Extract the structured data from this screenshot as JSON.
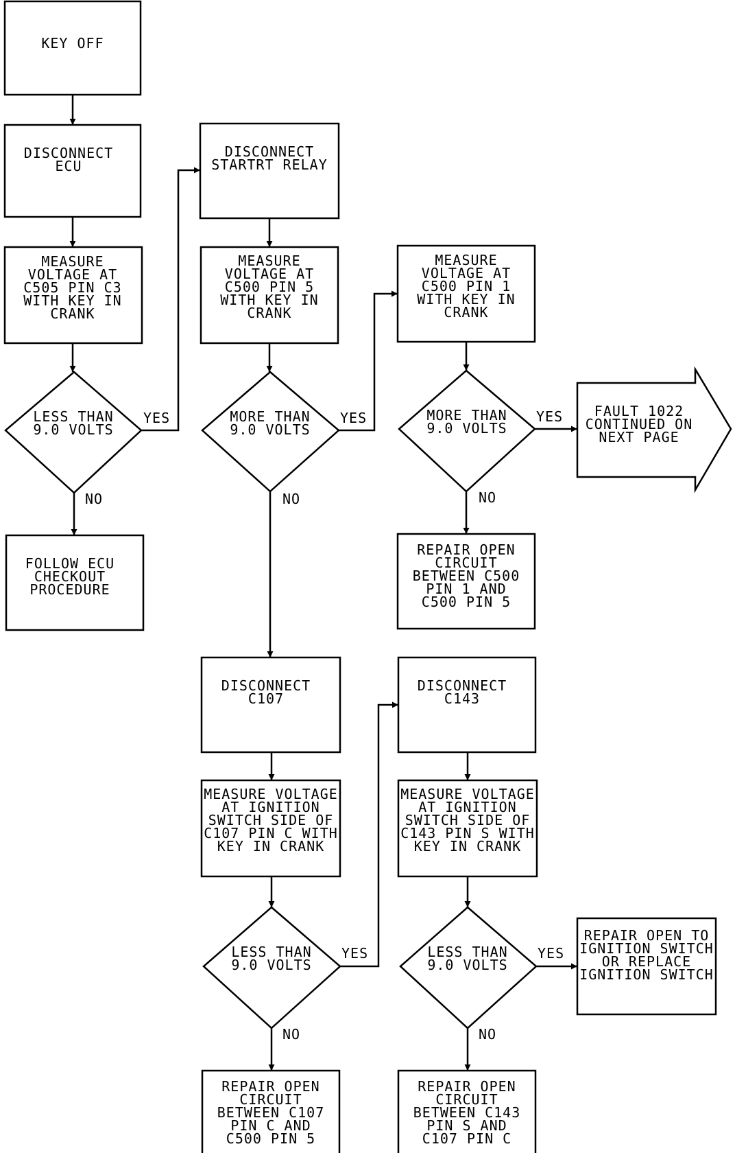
{
  "nodes": {
    "key_off": [
      "KEY OFF"
    ],
    "disconnect_ecu": [
      "DISCONNECT",
      "ECU"
    ],
    "measure_c505": [
      "MEASURE",
      "VOLTAGE AT",
      "C505 PIN C3",
      "WITH KEY IN",
      "CRANK"
    ],
    "decision_less_1": [
      "LESS THAN",
      "9.0 VOLTS"
    ],
    "follow_ecu": [
      "FOLLOW ECU",
      "CHECKOUT",
      "PROCEDURE"
    ],
    "disconnect_relay": [
      "DISCONNECT",
      "STARTRT RELAY"
    ],
    "measure_c500_5": [
      "MEASURE",
      "VOLTAGE AT",
      "C500 PIN 5",
      "WITH KEY IN",
      "CRANK"
    ],
    "decision_more_1": [
      "MORE THAN",
      "9.0 VOLTS"
    ],
    "measure_c500_1": [
      "MEASURE",
      "VOLTAGE AT",
      "C500 PIN 1",
      "WITH KEY IN",
      "CRANK"
    ],
    "decision_more_2": [
      "MORE THAN",
      "9.0 VOLTS"
    ],
    "fault_continued": [
      "FAULT 1022",
      "CONTINUED ON",
      "NEXT PAGE"
    ],
    "repair_c500": [
      "REPAIR OPEN",
      "CIRCUIT",
      "BETWEEN C500",
      "PIN 1 AND",
      "C500 PIN 5"
    ],
    "disconnect_c107": [
      "DISCONNECT",
      "C107"
    ],
    "measure_c107": [
      "MEASURE VOLTAGE",
      "AT IGNITION",
      "SWITCH SIDE OF",
      "C107 PIN C WITH",
      "KEY IN CRANK"
    ],
    "decision_less_2": [
      "LESS THAN",
      "9.0 VOLTS"
    ],
    "repair_c107": [
      "REPAIR OPEN",
      "CIRCUIT",
      "BETWEEN C107",
      "PIN C AND",
      "C500 PIN 5"
    ],
    "disconnect_c143": [
      "DISCONNECT",
      "C143"
    ],
    "measure_c143": [
      "MEASURE VOLTAGE",
      "AT IGNITION",
      "SWITCH SIDE OF",
      "C143 PIN S WITH",
      "KEY IN CRANK"
    ],
    "decision_less_3": [
      "LESS THAN",
      "9.0 VOLTS"
    ],
    "repair_ignition": [
      "REPAIR OPEN TO",
      "IGNITION SWITCH",
      "OR REPLACE",
      "IGNITION SWITCH"
    ],
    "repair_c143": [
      "REPAIR OPEN",
      "CIRCUIT",
      "BETWEEN C143",
      "PIN S AND",
      "C107 PIN C"
    ]
  },
  "edge_labels": {
    "yes": "YES",
    "no": "NO"
  },
  "colors": {
    "ink": "#000000",
    "paper": "#ffffff"
  }
}
